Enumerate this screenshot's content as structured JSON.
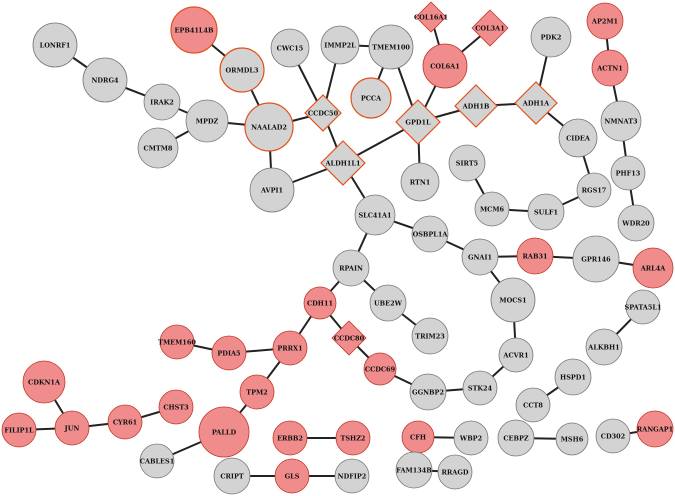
{
  "colors": {
    "gray_fill": "#d3d3d3",
    "pink_fill": "#f08c8c",
    "gray_stroke": "#777777",
    "pink_stroke": "#c0392b",
    "highlight_stroke": "#e0521e",
    "edge": "#222222"
  },
  "nodes": [
    {
      "id": "LONRF1",
      "label": "LONRF1",
      "shape": "circle",
      "fill": "gray"
    },
    {
      "id": "NDRG4",
      "label": "NDRG4",
      "shape": "circle",
      "fill": "gray"
    },
    {
      "id": "IRAK2",
      "label": "IRAK2",
      "shape": "circle",
      "fill": "gray"
    },
    {
      "id": "MPDZ",
      "label": "MPDZ",
      "shape": "circle",
      "fill": "gray"
    },
    {
      "id": "CMTM8",
      "label": "CMTM8",
      "shape": "circle",
      "fill": "gray"
    },
    {
      "id": "EPB41L4B",
      "label": "EPB41L4B",
      "shape": "circle",
      "fill": "pink",
      "ring": "orange"
    },
    {
      "id": "ORMDL3",
      "label": "ORMDL3",
      "shape": "circle",
      "fill": "gray",
      "ring": "orange"
    },
    {
      "id": "NAALAD2",
      "label": "NAALAD2",
      "shape": "circle",
      "fill": "gray",
      "ring": "orange"
    },
    {
      "id": "AVPI1",
      "label": "AVPI1",
      "shape": "circle",
      "fill": "gray"
    },
    {
      "id": "CWC15",
      "label": "CWC15",
      "shape": "circle",
      "fill": "gray"
    },
    {
      "id": "IMMP2L",
      "label": "IMMP2L",
      "shape": "circle",
      "fill": "gray"
    },
    {
      "id": "CCDC50",
      "label": "CCDC50",
      "shape": "diamond",
      "fill": "gray",
      "ring": "orange"
    },
    {
      "id": "TMEM100",
      "label": "TMEM100",
      "shape": "circle",
      "fill": "gray"
    },
    {
      "id": "PCCA",
      "label": "PCCA",
      "shape": "circle",
      "fill": "gray",
      "ring": "orange"
    },
    {
      "id": "ALDH1L1",
      "label": "ALDH1L1",
      "shape": "diamond",
      "fill": "gray",
      "ring": "orange"
    },
    {
      "id": "COL16A1",
      "label": "COL16A1",
      "shape": "diamond",
      "fill": "pink"
    },
    {
      "id": "COL3A1",
      "label": "COL3A1",
      "shape": "diamond",
      "fill": "pink"
    },
    {
      "id": "COL6A1",
      "label": "COL6A1",
      "shape": "circle",
      "fill": "pink"
    },
    {
      "id": "GPD1L",
      "label": "GPD1L",
      "shape": "diamond",
      "fill": "gray",
      "ring": "orange"
    },
    {
      "id": "RTN1",
      "label": "RTN1",
      "shape": "circle",
      "fill": "gray"
    },
    {
      "id": "ADH1B",
      "label": "ADH1B",
      "shape": "diamond",
      "fill": "gray",
      "ring": "orange"
    },
    {
      "id": "ADH1A",
      "label": "ADH1A",
      "shape": "diamond",
      "fill": "gray",
      "ring": "orange"
    },
    {
      "id": "PDK2",
      "label": "PDK2",
      "shape": "circle",
      "fill": "gray"
    },
    {
      "id": "CIDEA",
      "label": "CIDEA",
      "shape": "circle",
      "fill": "gray"
    },
    {
      "id": "AP2M1",
      "label": "AP2M1",
      "shape": "circle",
      "fill": "pink"
    },
    {
      "id": "ACTN1",
      "label": "ACTN1",
      "shape": "circle",
      "fill": "pink"
    },
    {
      "id": "NMNAT3",
      "label": "NMNAT3",
      "shape": "circle",
      "fill": "gray"
    },
    {
      "id": "PHF13",
      "label": "PHF13",
      "shape": "circle",
      "fill": "gray"
    },
    {
      "id": "WDR20",
      "label": "WDR20",
      "shape": "circle",
      "fill": "gray"
    },
    {
      "id": "SIRT5",
      "label": "SIRT5",
      "shape": "circle",
      "fill": "gray"
    },
    {
      "id": "MCM6",
      "label": "MCM6",
      "shape": "circle",
      "fill": "gray"
    },
    {
      "id": "RGS17",
      "label": "RGS17",
      "shape": "circle",
      "fill": "gray"
    },
    {
      "id": "SULF1",
      "label": "SULF1",
      "shape": "circle",
      "fill": "gray"
    },
    {
      "id": "SLC41A1",
      "label": "SLC41A1",
      "shape": "circle",
      "fill": "gray"
    },
    {
      "id": "OSBPL1A",
      "label": "OSBPL1A",
      "shape": "circle",
      "fill": "gray"
    },
    {
      "id": "GNAI1",
      "label": "GNAI1",
      "shape": "circle",
      "fill": "gray"
    },
    {
      "id": "RAB31",
      "label": "RAB31",
      "shape": "circle",
      "fill": "pink"
    },
    {
      "id": "GPR146",
      "label": "GPR146",
      "shape": "circle",
      "fill": "gray"
    },
    {
      "id": "ARL4A",
      "label": "ARL4A",
      "shape": "circle",
      "fill": "pink"
    },
    {
      "id": "RPAIN",
      "label": "RPAIN",
      "shape": "circle",
      "fill": "gray"
    },
    {
      "id": "UBE2W",
      "label": "UBE2W",
      "shape": "circle",
      "fill": "gray"
    },
    {
      "id": "TRIM23",
      "label": "TRIM23",
      "shape": "circle",
      "fill": "gray"
    },
    {
      "id": "MOCS1",
      "label": "MOCS1",
      "shape": "circle",
      "fill": "gray"
    },
    {
      "id": "CDH11",
      "label": "CDH11",
      "shape": "circle",
      "fill": "pink"
    },
    {
      "id": "CCDC80",
      "label": "CCDC80",
      "shape": "diamond",
      "fill": "pink"
    },
    {
      "id": "CCDC69",
      "label": "CCDC69",
      "shape": "circle",
      "fill": "pink"
    },
    {
      "id": "SPATA5L1",
      "label": "SPATA5L1",
      "shape": "circle",
      "fill": "gray"
    },
    {
      "id": "ALKBH1",
      "label": "ALKBH1",
      "shape": "circle",
      "fill": "gray"
    },
    {
      "id": "ACVR1",
      "label": "ACVR1",
      "shape": "circle",
      "fill": "gray"
    },
    {
      "id": "STK24",
      "label": "STK24",
      "shape": "circle",
      "fill": "gray"
    },
    {
      "id": "GGNBP2",
      "label": "GGNBP2",
      "shape": "circle",
      "fill": "gray"
    },
    {
      "id": "HSPD1",
      "label": "HSPD1",
      "shape": "circle",
      "fill": "gray"
    },
    {
      "id": "CCT8",
      "label": "CCT8",
      "shape": "circle",
      "fill": "gray"
    },
    {
      "id": "TMEM160",
      "label": "TMEM160",
      "shape": "circle",
      "fill": "pink"
    },
    {
      "id": "PDIA5",
      "label": "PDIA5",
      "shape": "circle",
      "fill": "pink"
    },
    {
      "id": "PRRX1",
      "label": "PRRX1",
      "shape": "circle",
      "fill": "pink"
    },
    {
      "id": "TPM2",
      "label": "TPM2",
      "shape": "circle",
      "fill": "pink"
    },
    {
      "id": "CDKN1A",
      "label": "CDKN1A",
      "shape": "circle",
      "fill": "pink"
    },
    {
      "id": "CHST3",
      "label": "CHST3",
      "shape": "circle",
      "fill": "pink"
    },
    {
      "id": "FILIP1L",
      "label": "FILIP1L",
      "shape": "circle",
      "fill": "pink"
    },
    {
      "id": "JUN",
      "label": "JUN",
      "shape": "circle",
      "fill": "pink"
    },
    {
      "id": "CYR61",
      "label": "CYR61",
      "shape": "circle",
      "fill": "pink"
    },
    {
      "id": "PALLD",
      "label": "PALLD",
      "shape": "circle",
      "fill": "pink"
    },
    {
      "id": "CABLES1",
      "label": "CABLES1",
      "shape": "circle",
      "fill": "gray"
    },
    {
      "id": "ERBB2",
      "label": "ERBB2",
      "shape": "circle",
      "fill": "pink"
    },
    {
      "id": "TSHZ2",
      "label": "TSHZ2",
      "shape": "circle",
      "fill": "pink"
    },
    {
      "id": "CFH",
      "label": "CFH",
      "shape": "circle",
      "fill": "pink"
    },
    {
      "id": "WBP2",
      "label": "WBP2",
      "shape": "circle",
      "fill": "gray"
    },
    {
      "id": "CEBPZ",
      "label": "CEBPZ",
      "shape": "circle",
      "fill": "gray"
    },
    {
      "id": "MSH6",
      "label": "MSH6",
      "shape": "circle",
      "fill": "gray"
    },
    {
      "id": "CD302",
      "label": "CD302",
      "shape": "circle",
      "fill": "gray"
    },
    {
      "id": "RANGAP1",
      "label": "RANGAP1",
      "shape": "circle",
      "fill": "pink"
    },
    {
      "id": "CRIPT",
      "label": "CRIPT",
      "shape": "circle",
      "fill": "gray"
    },
    {
      "id": "GLS",
      "label": "GLS",
      "shape": "circle",
      "fill": "pink"
    },
    {
      "id": "NDFIP2",
      "label": "NDFIP2",
      "shape": "circle",
      "fill": "gray"
    },
    {
      "id": "FAM134B",
      "label": "FAM134B",
      "shape": "circle",
      "fill": "gray"
    },
    {
      "id": "RRAGD",
      "label": "RRAGD",
      "shape": "circle",
      "fill": "gray"
    }
  ],
  "edges": [
    [
      "LONRF1",
      "NDRG4"
    ],
    [
      "NDRG4",
      "IRAK2"
    ],
    [
      "IRAK2",
      "MPDZ"
    ],
    [
      "CMTM8",
      "MPDZ"
    ],
    [
      "MPDZ",
      "NAALAD2"
    ],
    [
      "EPB41L4B",
      "ORMDL3"
    ],
    [
      "ORMDL3",
      "NAALAD2"
    ],
    [
      "NAALAD2",
      "AVPI1"
    ],
    [
      "NAALAD2",
      "CCDC50"
    ],
    [
      "CWC15",
      "CCDC50"
    ],
    [
      "IMMP2L",
      "CCDC50"
    ],
    [
      "IMMP2L",
      "TMEM100"
    ],
    [
      "TMEM100",
      "PCCA"
    ],
    [
      "TMEM100",
      "GPD1L"
    ],
    [
      "CCDC50",
      "ALDH1L1"
    ],
    [
      "AVPI1",
      "ALDH1L1"
    ],
    [
      "ALDH1L1",
      "GPD1L"
    ],
    [
      "COL16A1",
      "COL6A1"
    ],
    [
      "COL3A1",
      "COL6A1"
    ],
    [
      "COL6A1",
      "GPD1L"
    ],
    [
      "GPD1L",
      "RTN1"
    ],
    [
      "GPD1L",
      "ADH1B"
    ],
    [
      "ADH1B",
      "ADH1A"
    ],
    [
      "ADH1A",
      "PDK2"
    ],
    [
      "ADH1A",
      "CIDEA"
    ],
    [
      "CIDEA",
      "RGS17"
    ],
    [
      "RGS17",
      "SULF1"
    ],
    [
      "SULF1",
      "MCM6"
    ],
    [
      "SIRT5",
      "MCM6"
    ],
    [
      "AP2M1",
      "ACTN1"
    ],
    [
      "ACTN1",
      "NMNAT3"
    ],
    [
      "NMNAT3",
      "PHF13"
    ],
    [
      "PHF13",
      "WDR20"
    ],
    [
      "ALDH1L1",
      "SLC41A1"
    ],
    [
      "SLC41A1",
      "OSBPL1A"
    ],
    [
      "OSBPL1A",
      "GNAI1"
    ],
    [
      "GNAI1",
      "RAB31"
    ],
    [
      "RAB31",
      "GPR146"
    ],
    [
      "GPR146",
      "ARL4A"
    ],
    [
      "GNAI1",
      "MOCS1"
    ],
    [
      "SLC41A1",
      "RPAIN"
    ],
    [
      "RPAIN",
      "UBE2W"
    ],
    [
      "RPAIN",
      "CDH11"
    ],
    [
      "UBE2W",
      "TRIM23"
    ],
    [
      "CDH11",
      "CCDC80"
    ],
    [
      "CDH11",
      "PRRX1"
    ],
    [
      "CCDC80",
      "CCDC69"
    ],
    [
      "CCDC69",
      "GGNBP2"
    ],
    [
      "GGNBP2",
      "STK24"
    ],
    [
      "STK24",
      "ACVR1"
    ],
    [
      "ACVR1",
      "MOCS1"
    ],
    [
      "SPATA5L1",
      "ALKBH1"
    ],
    [
      "HSPD1",
      "CCT8"
    ],
    [
      "TMEM160",
      "PDIA5"
    ],
    [
      "PDIA5",
      "PRRX1"
    ],
    [
      "PRRX1",
      "TPM2"
    ],
    [
      "TPM2",
      "PALLD"
    ],
    [
      "CABLES1",
      "PALLD"
    ],
    [
      "CDKN1A",
      "JUN"
    ],
    [
      "CYR61",
      "JUN"
    ],
    [
      "CHST3",
      "CYR61"
    ],
    [
      "FILIP1L",
      "JUN"
    ],
    [
      "ERBB2",
      "TSHZ2"
    ],
    [
      "CFH",
      "WBP2"
    ],
    [
      "CEBPZ",
      "MSH6"
    ],
    [
      "CD302",
      "RANGAP1"
    ],
    [
      "CRIPT",
      "GLS"
    ],
    [
      "GLS",
      "NDFIP2"
    ],
    [
      "FAM134B",
      "RRAGD"
    ]
  ]
}
